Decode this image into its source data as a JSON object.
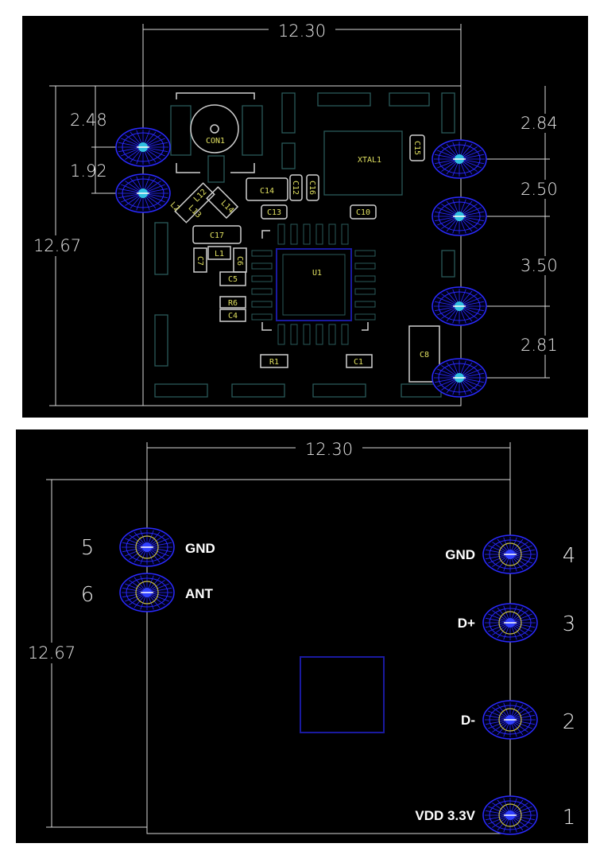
{
  "top_view": {
    "dimensions": {
      "width": "12.30",
      "height": "12.67",
      "left_1": "2.48",
      "left_2": "1.92",
      "right_1": "2.84",
      "right_2": "2.50",
      "right_3": "3.50",
      "right_4": "2.81"
    },
    "components": {
      "con1": "CON1",
      "xtal1": "XTAL1",
      "c15": "C15",
      "c14": "C14",
      "c12": "C12",
      "c16": "C16",
      "c13": "C13",
      "c10": "C10",
      "l2": "L2",
      "l12": "L12",
      "l13": "L13",
      "l14": "L14",
      "c17": "C17",
      "l1": "L1",
      "c7": "C7",
      "c6": "C6",
      "c5": "C5",
      "u1": "U1",
      "r6": "R6",
      "c4": "C4",
      "r1": "R1",
      "c1": "C1",
      "c8": "C8"
    }
  },
  "bottom_view": {
    "dimensions": {
      "width": "12.30",
      "height": "12.67"
    },
    "pins": [
      {
        "number": "5",
        "name": "GND"
      },
      {
        "number": "6",
        "name": "ANT"
      },
      {
        "number": "4",
        "name": "GND"
      },
      {
        "number": "3",
        "name": "D+"
      },
      {
        "number": "2",
        "name": "D-"
      },
      {
        "number": "1",
        "name": "VDD 3.3V"
      }
    ]
  },
  "colors": {
    "background": "#000000",
    "pad": "#2a2aff",
    "outline": "#d8d8d8",
    "designator": "#e0e060",
    "chip_outline": "#1a1aa0"
  }
}
